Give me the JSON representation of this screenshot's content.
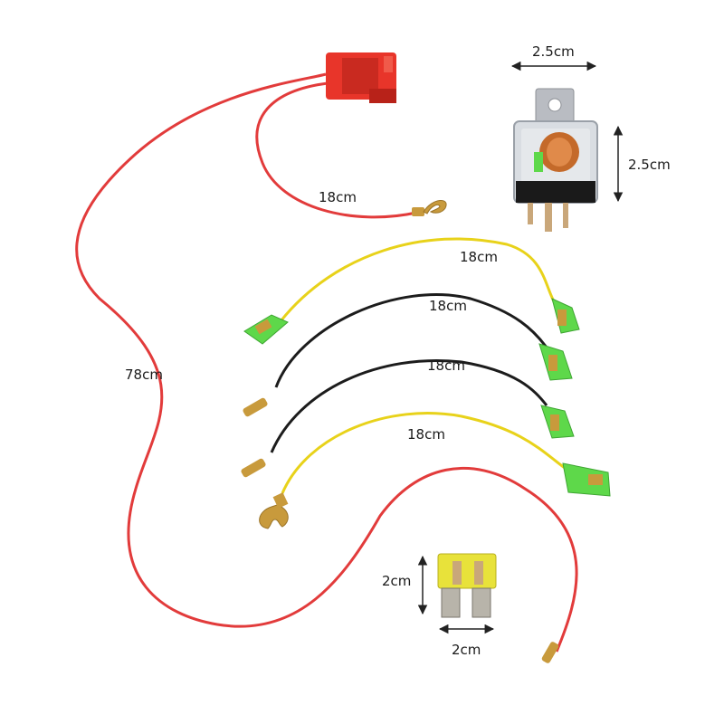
{
  "labels": {
    "relay_width": "2.5cm",
    "relay_height": "2.5cm",
    "fuse_holder_lead": "18cm",
    "main_lead": "78cm",
    "yellow_wire_1": "18cm",
    "black_wire_1": "18cm",
    "black_wire_2": "18cm",
    "yellow_wire_2": "18cm",
    "fuse_height": "2cm",
    "fuse_width": "2cm"
  },
  "colors": {
    "red_wire": "#e23b3b",
    "yellow_wire": "#e8d21a",
    "black_wire": "#1c1c1c",
    "green_connector": "#5ed84a",
    "brass_terminal": "#c89a3c",
    "fuse_holder": "#e8352a",
    "fuse_body": "#e8e23a"
  }
}
